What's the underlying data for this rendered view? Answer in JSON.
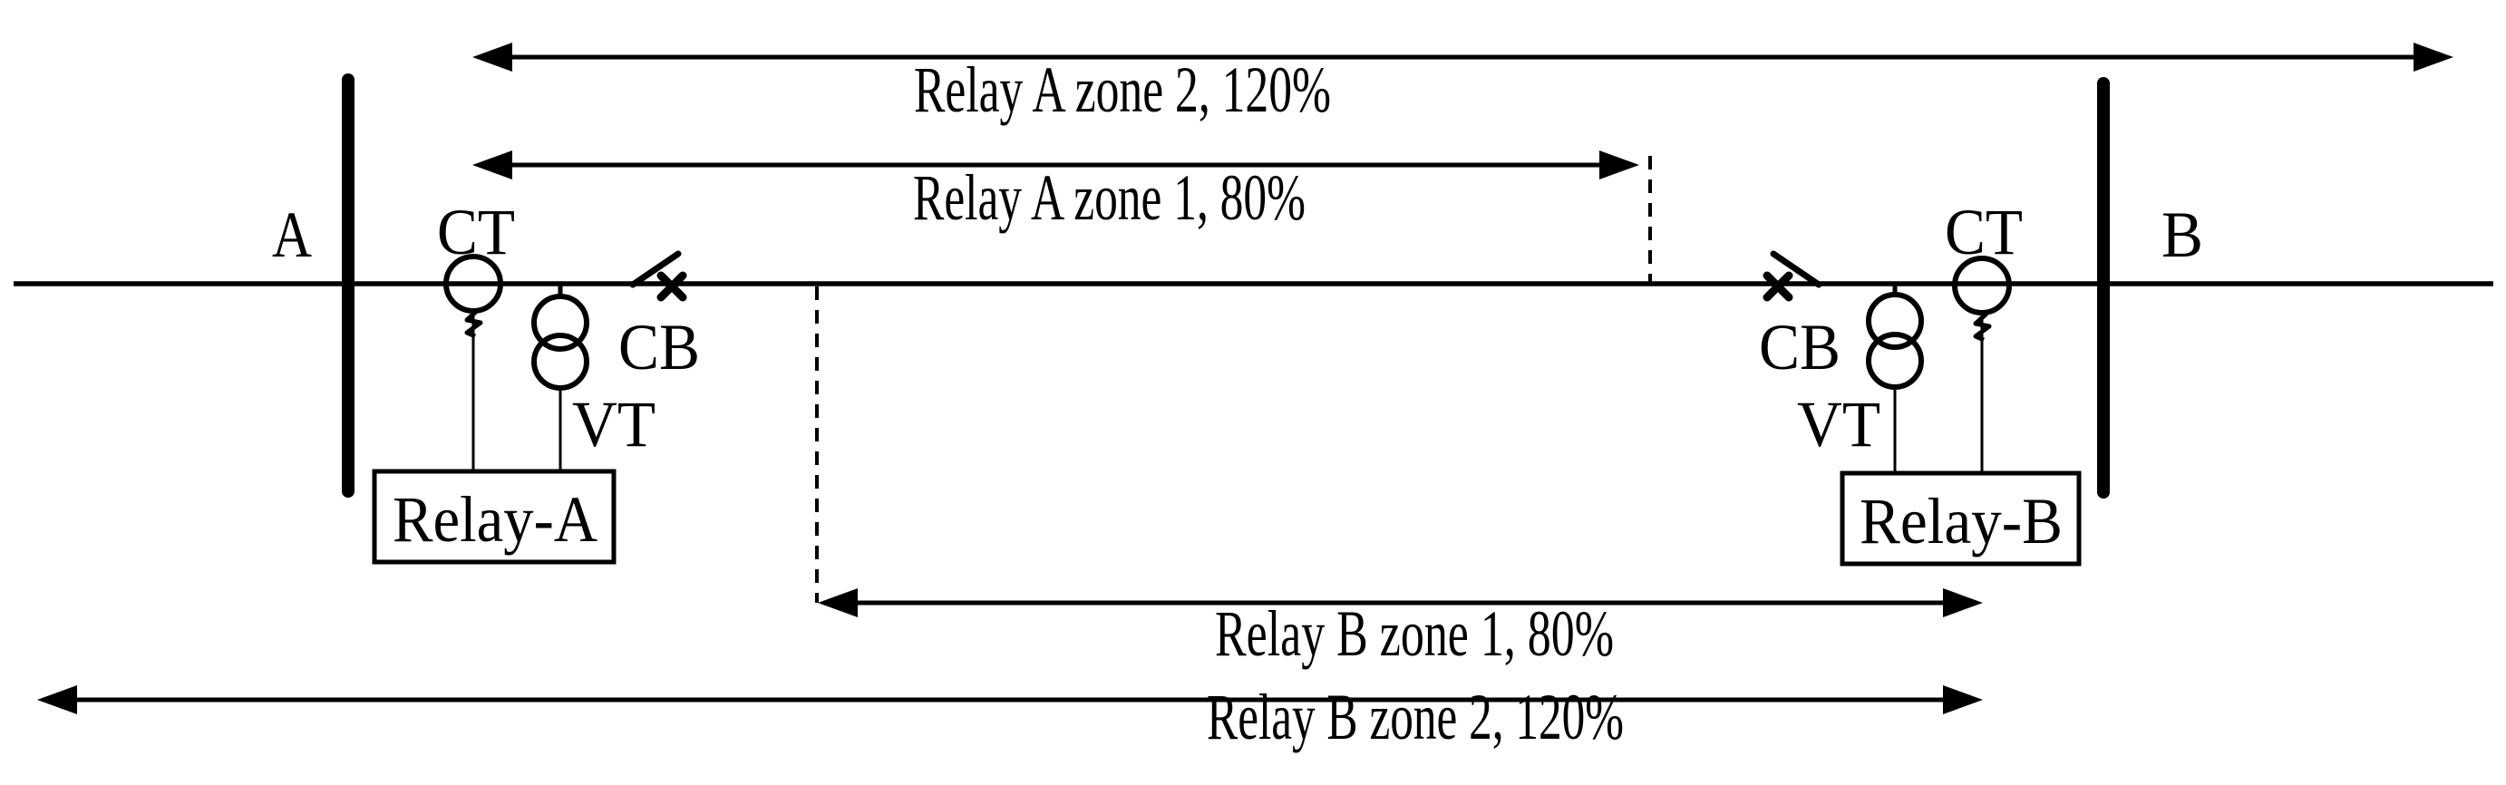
{
  "diagram": {
    "description": "Distance protection zones of two line relays between buses A and B",
    "bus_a_label": "A",
    "bus_b_label": "B",
    "side_a": {
      "ct_label": "CT",
      "vt_label": "VT",
      "cb_label": "CB",
      "relay_label": "Relay-A"
    },
    "side_b": {
      "ct_label": "CT",
      "vt_label": "VT",
      "cb_label": "CB",
      "relay_label": "Relay-B"
    },
    "zones": {
      "relay_a_zone2": "Relay A zone 2, 120%",
      "relay_a_zone1": "Relay A zone 1, 80%",
      "relay_b_zone1": "Relay B zone 1, 80%",
      "relay_b_zone2": "Relay B zone 2, 120%"
    },
    "colors": {
      "ink": "#000000",
      "background": "#ffffff"
    }
  }
}
